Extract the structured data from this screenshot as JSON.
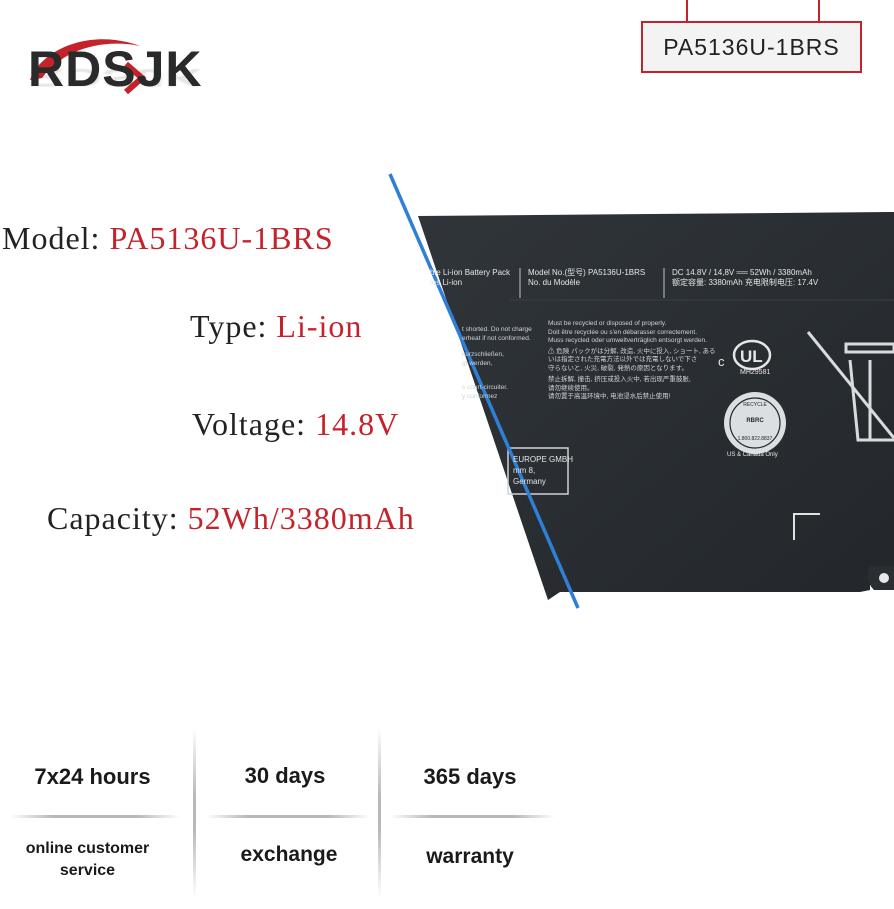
{
  "brand": {
    "logo_text": "RDSJK",
    "color": "#c4232c"
  },
  "model_tag": "PA5136U-1BRS",
  "specs": [
    {
      "key": "Model: ",
      "value": "PA5136U-1BRS"
    },
    {
      "key": "Type: ",
      "value": "Li-ion"
    },
    {
      "key": "Voltage: ",
      "value": "14.8V"
    },
    {
      "key": "Capacity: ",
      "value": "52Wh/3380mAh"
    }
  ],
  "battery_label": {
    "pack_text_1": "ble Li-ion Battery Pack",
    "pack_text_2": "les Li-ion",
    "model_no": "Model No.(型号) PA5136U-1BRS",
    "model_fr": "No. du Modèle",
    "dc": "DC 14.8V / 14,8V ══ 52Wh / 3380mAh",
    "rated": "额定容量: 3380mAh    充电限制电压: 17.4V",
    "warn_left": [
      "t shorted. Do not charge",
      "erheat if not conformed.",
      "",
      "kurzschließen,",
      "gt werden,",
      "",
      "",
      "s court-circuiter.",
      "y conformez"
    ],
    "recycle_lines": [
      "Must be recycled or disposed of properly.",
      "Doit être recyclée ou s'en débarasser correctement.",
      "Muss recycled oder umweltverträglich entsorgt werden."
    ],
    "jp_lines": [
      "⚠ 危険  パックがは分解, 改造, 火中に投入, ショート, ある",
      "いは指定された充電方法以外では充電しないで下さ",
      "守らないと, 火災, 破裂, 発熱の原因となります。"
    ],
    "cn_lines": [
      "禁止拆解, 撞击, 挤压或投入火中, 若出现严重鼓胀,",
      "请勿继续使用。",
      "请勿置于高温环境中, 电池浸水后禁止使用!"
    ],
    "mh": "MH29581",
    "ul": "us",
    "rbrc_top": "RECYCLE",
    "rbrc_mid": "RBRC",
    "rbrc_bottom": "1.800.822.8837",
    "rbrc_note": "US & Canada Only",
    "europe": [
      "EUROPE GMBH",
      "mm 8,",
      "Germany"
    ]
  },
  "bottom": [
    {
      "top": "7x24 hours",
      "bottom_1": "online customer",
      "bottom_2": "service"
    },
    {
      "top": "30 days",
      "bottom_1": "exchange",
      "bottom_2": ""
    },
    {
      "top": "365 days",
      "bottom_1": "warranty",
      "bottom_2": ""
    }
  ]
}
